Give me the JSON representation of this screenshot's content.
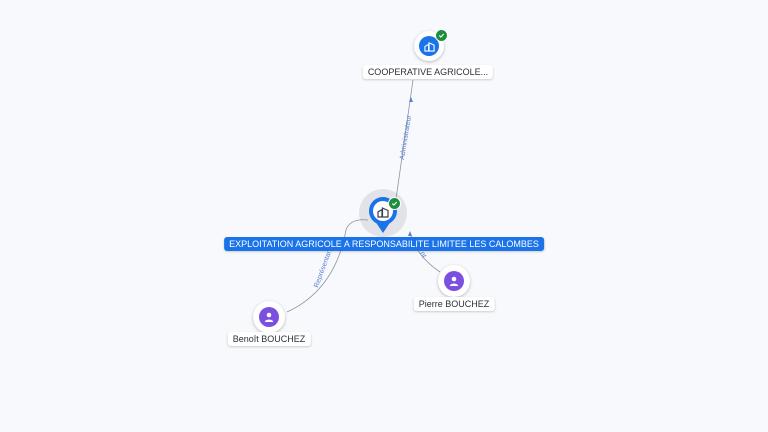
{
  "nodes": {
    "main": {
      "label": "EXPLOITATION AGRICOLE A RESPONSABILITE LIMITEE LES CALOMBES",
      "icon": "building-icon",
      "verified": true,
      "color": "#1a73e8"
    },
    "cooperative": {
      "label": "COOPERATIVE AGRICOLE...",
      "icon": "building-icon",
      "verified": true,
      "color": "#1a73e8"
    },
    "benoit": {
      "label": "Benoît BOUCHEZ",
      "icon": "person-icon",
      "color": "#7b4fe0"
    },
    "pierre": {
      "label": "Pierre BOUCHEZ",
      "icon": "person-icon",
      "color": "#7b4fe0"
    }
  },
  "edges": {
    "administrateur": "Administrateur",
    "representant": "Représentant",
    "pierre_role": "nt"
  }
}
